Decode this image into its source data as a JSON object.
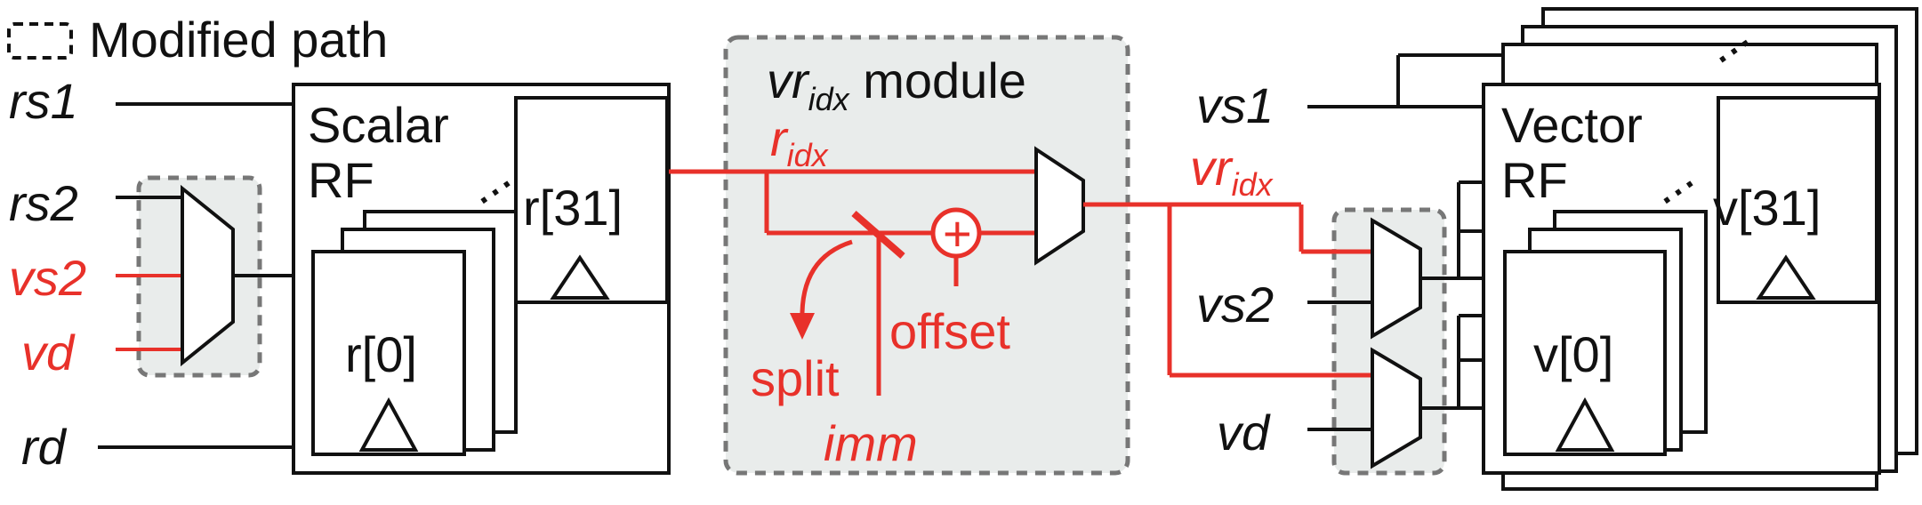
{
  "legend": {
    "label": "Modified path"
  },
  "inputs_left": {
    "rs1": "rs1",
    "rs2": "rs2",
    "vs2": "vs2",
    "vd": "vd",
    "rd": "rd"
  },
  "scalar_rf": {
    "title_line1": "Scalar",
    "title_line2": "RF",
    "first_reg": "r[0]",
    "last_reg": "r[31]",
    "ellipsis": "..."
  },
  "vridx_module": {
    "title_main": "vr",
    "title_sub": "idx",
    "title_suffix": " module",
    "ridx_main": "r",
    "ridx_sub": "idx",
    "plus": "+",
    "offset": "offset",
    "split": "split",
    "imm": "imm"
  },
  "vridx_signal": {
    "main": "vr",
    "sub": "idx"
  },
  "inputs_right": {
    "vs1": "vs1",
    "vs2": "vs2",
    "vd": "vd"
  },
  "vector_rf": {
    "title_line1": "Vector",
    "title_line2": "RF",
    "first_reg": "v[0]",
    "last_reg": "v[31]",
    "ellipsis": "...",
    "stack_ellipsis": "..."
  },
  "colors": {
    "modified": "#e8312a",
    "wire": "#111111",
    "shade": "#e9eceb",
    "dashed_border": "#777777"
  }
}
